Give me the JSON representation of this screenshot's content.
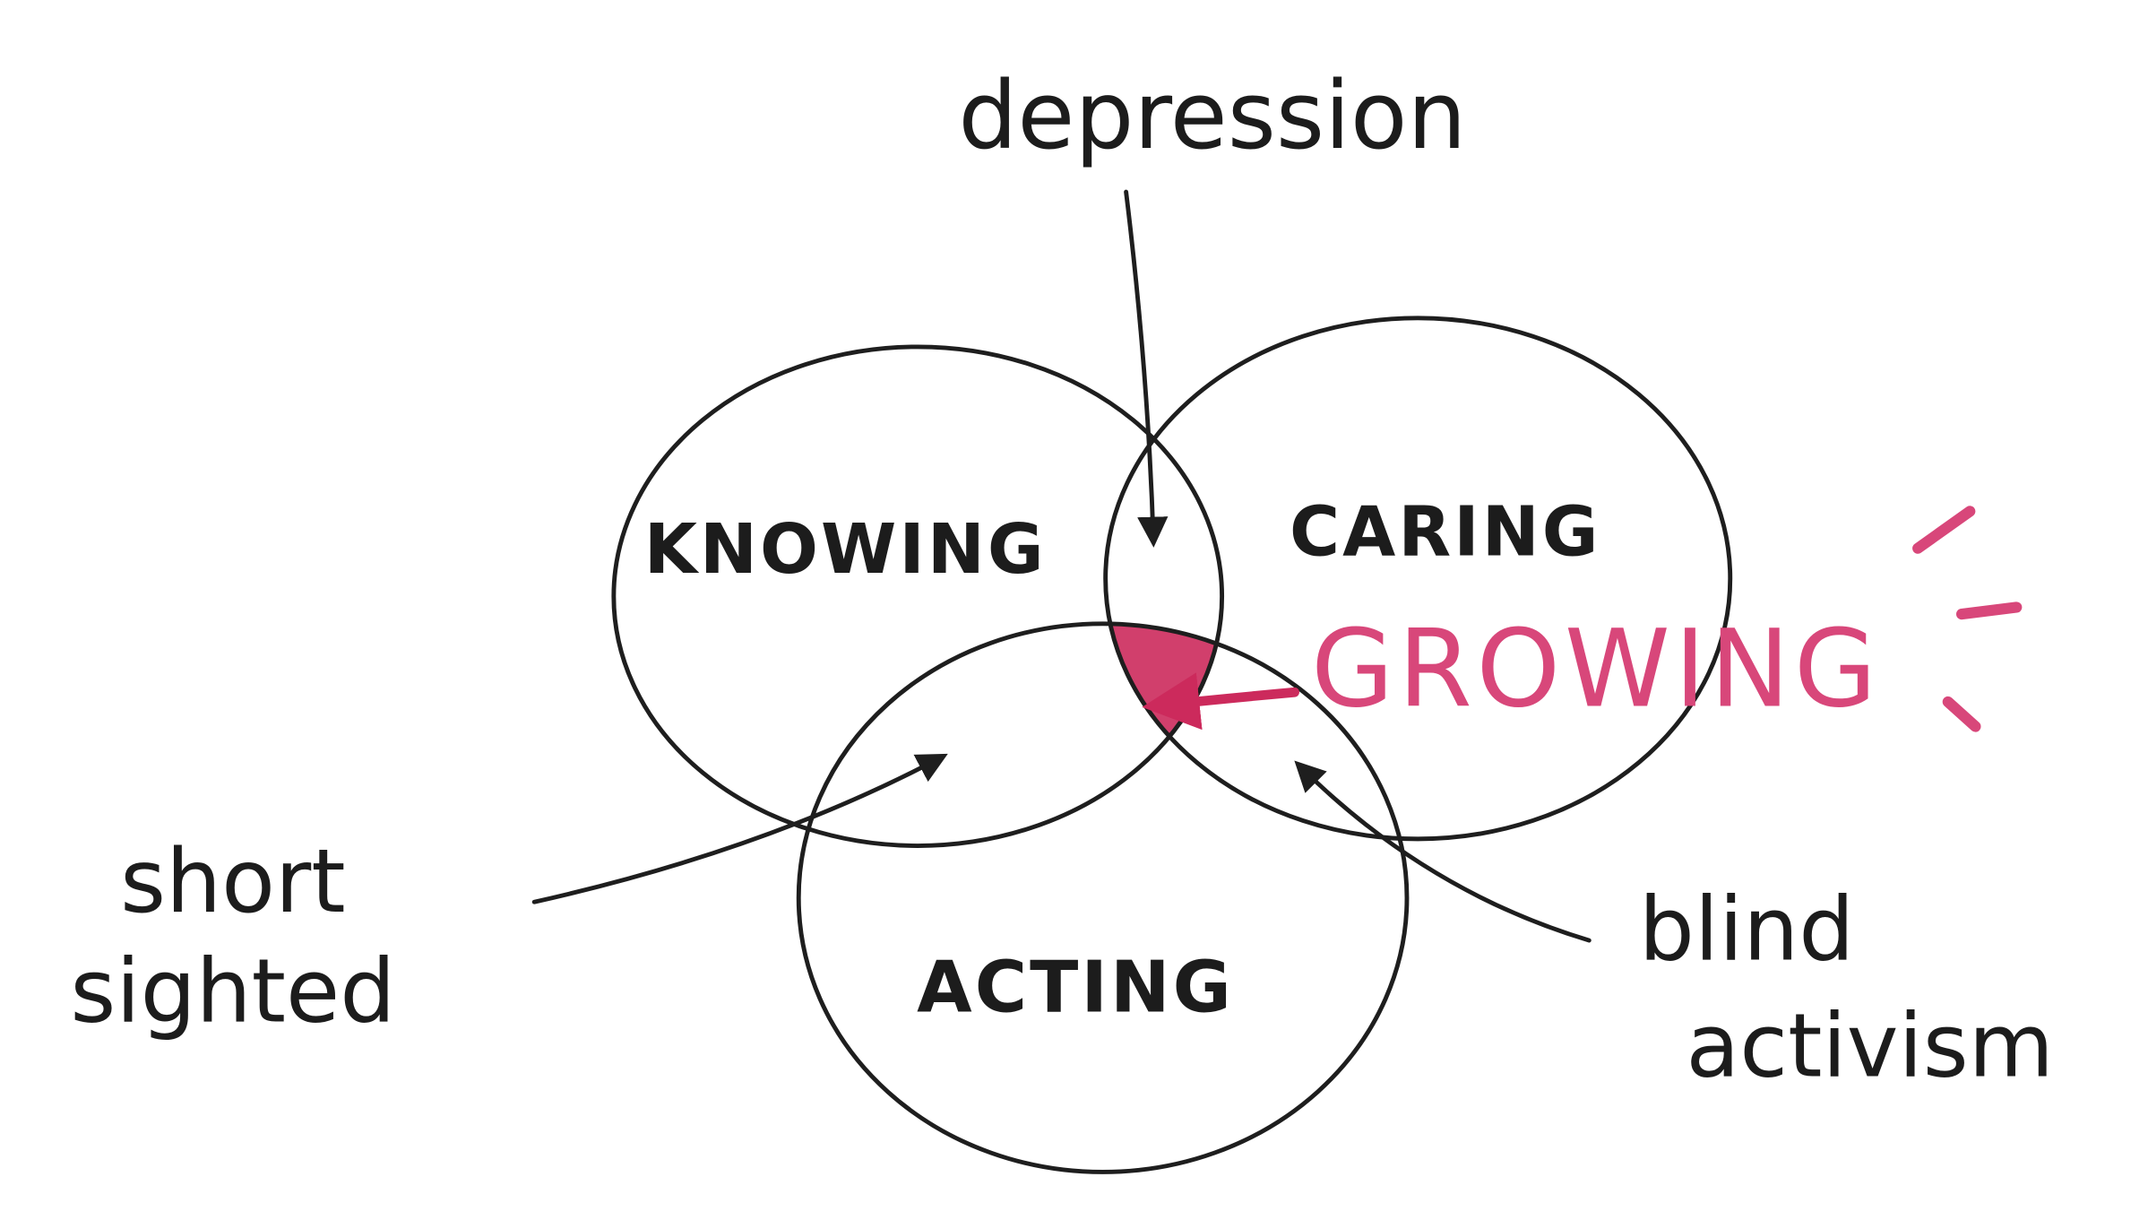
{
  "title": "depression",
  "circles": {
    "knowing": "KNOWING",
    "caring": "CARING",
    "acting": "ACTING"
  },
  "center_label": "GROWING",
  "side_labels": {
    "left_line1": "short",
    "left_line2": "sighted",
    "right_line1": "blind",
    "right_line2": "activism"
  },
  "colors": {
    "ink": "#1e1e1e",
    "accent": "#d8477a",
    "fill": "#cc2a5c"
  }
}
